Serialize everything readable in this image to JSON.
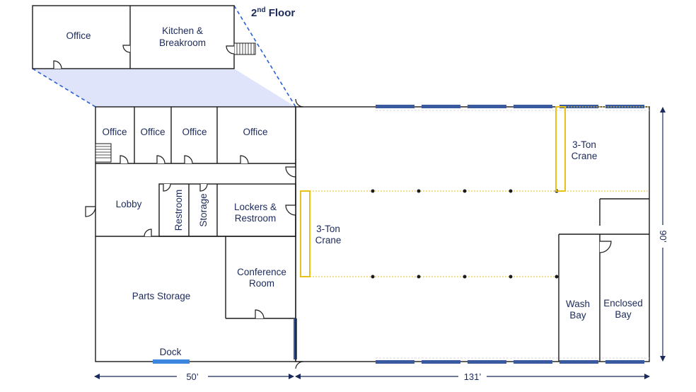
{
  "floor2": {
    "title_main": "2",
    "title_sup": "nd",
    "title_rest": " Floor",
    "office": "Office",
    "kitchen_line1": "Kitchen &",
    "kitchen_line2": "Breakroom"
  },
  "rooms": {
    "office1": "Office",
    "office2": "Office",
    "office3": "Office",
    "office4": "Office",
    "lobby": "Lobby",
    "restroom": "Restroom",
    "storage": "Storage",
    "lockers_line1": "Lockers &",
    "lockers_line2": "Restroom",
    "parts_storage": "Parts Storage",
    "conference_line1": "Conference",
    "conference_line2": "Room",
    "dock": "Dock",
    "wash_line1": "Wash",
    "wash_line2": "Bay",
    "enclosed_line1": "Enclosed",
    "enclosed_line2": "Bay"
  },
  "cranes": {
    "upper_line1": "3-Ton",
    "upper_line2": "Crane",
    "lower_line1": "3-Ton",
    "lower_line2": "Crane"
  },
  "dimensions": {
    "office_width": "50’",
    "shop_width": "131’",
    "depth": "90’"
  },
  "colors": {
    "wall": "#1b1b1b",
    "label": "#1b2a5a",
    "window": "#3a5aa0",
    "dock": "#3d86e0",
    "crane": "#e8c21a",
    "highlight": "#dfe4fa",
    "dash": "#2a5fd0",
    "arrow": "#1b2a5a"
  }
}
